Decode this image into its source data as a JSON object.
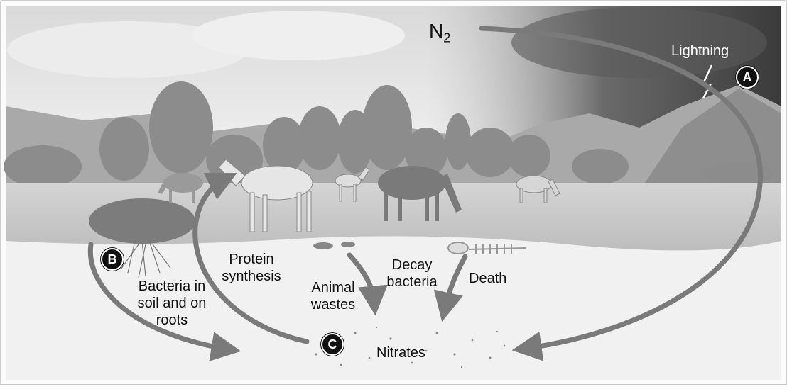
{
  "labels": {
    "n2_main": "N",
    "n2_sub": "2",
    "lightning": "Lightning",
    "protein_line1": "Protein",
    "protein_line2": "synthesis",
    "bacteria_line1": "Bacteria in",
    "bacteria_line2": "soil and on",
    "bacteria_line3": "roots",
    "animal_line1": "Animal",
    "animal_line2": "wastes",
    "decay_line1": "Decay",
    "decay_line2": "bacteria",
    "death": "Death",
    "nitrates": "Nitrates"
  },
  "markers": {
    "a": "A",
    "b": "B",
    "c": "C"
  },
  "colors": {
    "arrow": "#7a7a7a",
    "marker": "#111111",
    "sky": "#e8e8e8",
    "storm": "#444444",
    "grass": "#c9c9c9",
    "soil": "#f2f2f2"
  }
}
